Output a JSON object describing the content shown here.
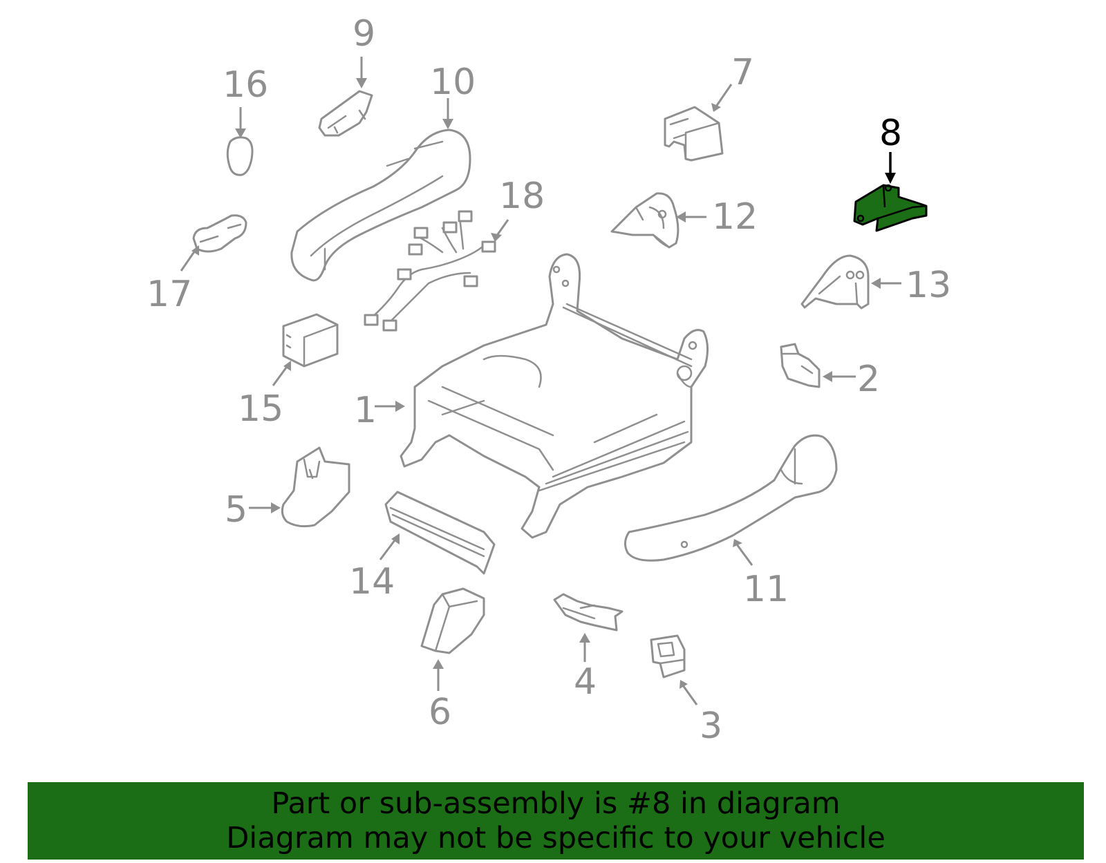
{
  "colors": {
    "accent": "#1c6e16",
    "part_stroke": "#8f8f8f",
    "highlight_stroke": "#000000"
  },
  "callouts": {
    "c1": "1",
    "c2": "2",
    "c3": "3",
    "c4": "4",
    "c5": "5",
    "c6": "6",
    "c7": "7",
    "c8": "8",
    "c9": "9",
    "c10": "10",
    "c11": "11",
    "c12": "12",
    "c13": "13",
    "c14": "14",
    "c15": "15",
    "c16": "16",
    "c17": "17",
    "c18": "18"
  },
  "highlighted_part": "8",
  "banner": {
    "line1": "Part or sub-assembly is #8 in diagram",
    "line2": "Diagram may not be specific to your vehicle"
  }
}
